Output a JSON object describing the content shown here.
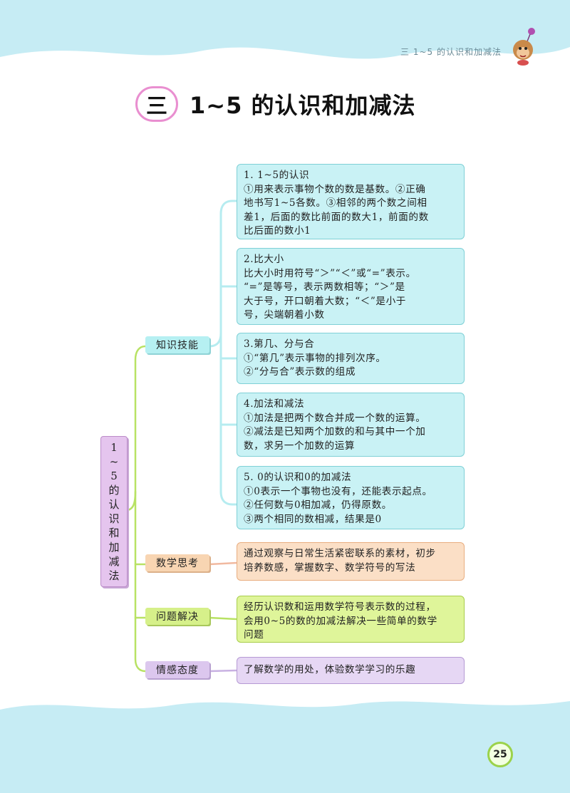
{
  "header": {
    "running_head": "三   1~5 的认识和加减法"
  },
  "title": {
    "chapter_numeral": "三",
    "text": "1~5 的认识和加减法"
  },
  "mindmap": {
    "root_chars": [
      "1",
      "~",
      "5",
      "的",
      "认",
      "识",
      "和",
      "加",
      "减",
      "法"
    ],
    "branches": [
      {
        "label": "知识技能",
        "color": "#b6f0f2",
        "items": [
          {
            "lines": [
              "1. 1~5的认识",
              "①用来表示事物个数的数是基数。②正确",
              "地书写1~5各数。③相邻的两个数之间相",
              "差1，后面的数比前面的数大1，前面的数",
              "比后面的数小1"
            ]
          },
          {
            "lines": [
              "2.比大小",
              "比大小时用符号“＞”“＜”或“=”表示。",
              "“=”是等号，表示两数相等；“＞”是",
              "大于号，开口朝着大数；“＜”是小于",
              "号，尖端朝着小数"
            ]
          },
          {
            "lines": [
              "3.第几、分与合",
              "①“第几”表示事物的排列次序。",
              "②“分与合”表示数的组成"
            ]
          },
          {
            "lines": [
              "4.加法和减法",
              "①加法是把两个数合并成一个数的运算。",
              "②减法是已知两个加数的和与其中一个加",
              "数，求另一个加数的运算"
            ]
          },
          {
            "lines": [
              "5. 0的认识和0的加减法",
              "①0表示一个事物也没有，还能表示起点。",
              "②任何数与0相加减，仍得原数。",
              "③两个相同的数相减，结果是0"
            ]
          }
        ]
      },
      {
        "label": "数学思考",
        "color": "#f8d5b2",
        "lines": [
          "通过观察与日常生活紧密联系的素材，初步",
          "培养数感，掌握数字、数学符号的写法"
        ]
      },
      {
        "label": "问题解决",
        "color": "#d6f08a",
        "lines": [
          "经历认识数和运用数学符号表示数的过程，",
          "会用0~5的数的加减法解决一些简单的数学",
          "问题"
        ]
      },
      {
        "label": "情感态度",
        "color": "#dcc7ee",
        "lines": [
          "了解数学的用处，体验数学学习的乐趣"
        ]
      }
    ]
  },
  "page_number": "25"
}
